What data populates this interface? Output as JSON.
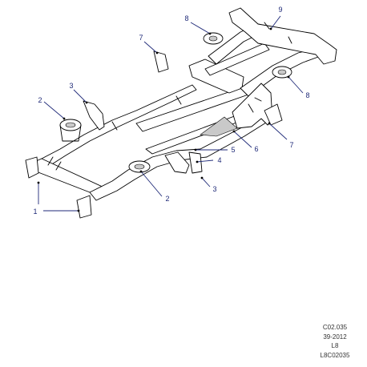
{
  "callouts": [
    {
      "id": "c1",
      "label": "1"
    },
    {
      "id": "c2a",
      "label": "2"
    },
    {
      "id": "c2b",
      "label": "2"
    },
    {
      "id": "c3a",
      "label": "3"
    },
    {
      "id": "c3b",
      "label": "3"
    },
    {
      "id": "c4",
      "label": "4"
    },
    {
      "id": "c5",
      "label": "5"
    },
    {
      "id": "c6",
      "label": "6"
    },
    {
      "id": "c7a",
      "label": "7"
    },
    {
      "id": "c7b",
      "label": "7"
    },
    {
      "id": "c8a",
      "label": "8"
    },
    {
      "id": "c8b",
      "label": "8"
    },
    {
      "id": "c9",
      "label": "9"
    }
  ],
  "reference": {
    "code": "C02.035",
    "date": "39-2012",
    "model": "L8",
    "drawing": "L8C02035"
  }
}
